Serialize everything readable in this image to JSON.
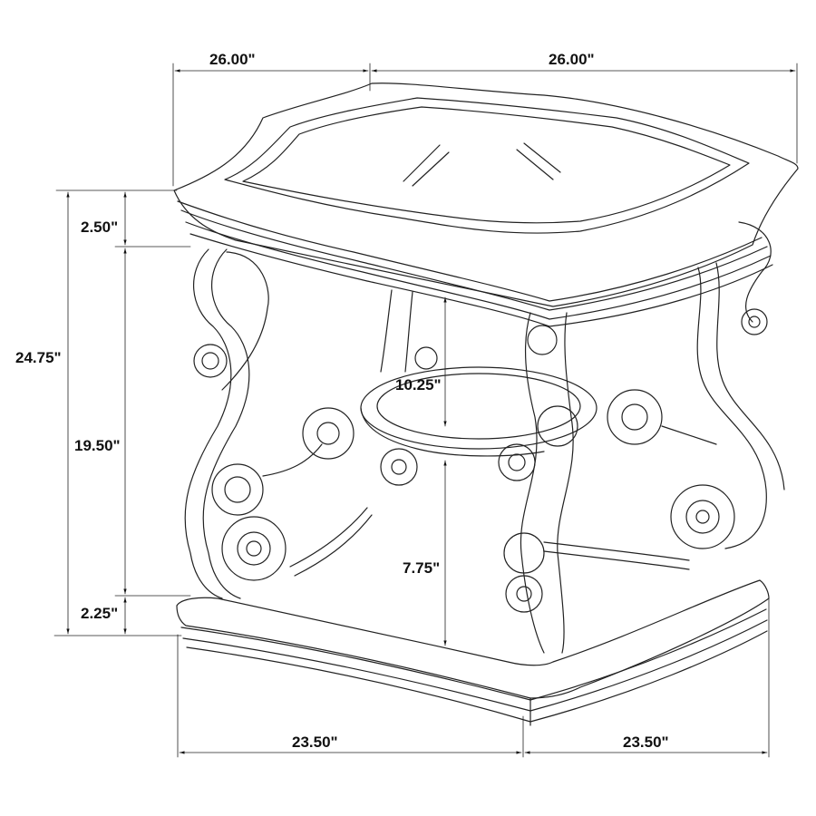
{
  "diagram": {
    "subject": "end table line drawing with dimensions",
    "line_color": "#1a1a1a",
    "background": "#ffffff",
    "dimensions": {
      "top_width_left": "26.00\"",
      "top_width_right": "26.00\"",
      "overall_height": "24.75\"",
      "top_thickness": "2.50\"",
      "leg_height": "19.50\"",
      "base_thickness": "2.25\"",
      "shelf_to_top": "10.25\"",
      "floor_to_shelf": "7.75\"",
      "base_width_left": "23.50\"",
      "base_width_right": "23.50\""
    }
  }
}
